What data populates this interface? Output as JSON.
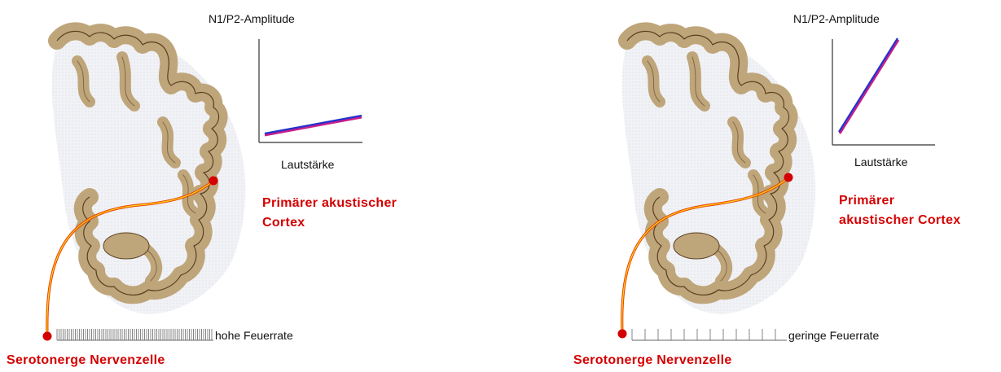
{
  "panels": [
    {
      "id": "left",
      "amplitude_label": "N1/P2-Amplitude",
      "volume_label": "Lautstärke",
      "cortex_label_lines": [
        "Primärer akustischer",
        "Cortex"
      ],
      "neuron_label": "Serotonerge Nervenzelle",
      "firing_rate_label": "hohe Feuerrate",
      "firing_rate_level": "high",
      "amplitude_slope": "shallow"
    },
    {
      "id": "right",
      "amplitude_label": "N1/P2-Amplitude",
      "volume_label": "Lautstärke",
      "cortex_label_lines": [
        "Primärer",
        "akustischer Cortex"
      ],
      "neuron_label": "Serotonerge Nervenzelle",
      "firing_rate_label": "geringe Feuerrate",
      "firing_rate_level": "low",
      "amplitude_slope": "steep"
    }
  ],
  "colors": {
    "cortex_fill": "#bfa57a",
    "cortex_stroke": "#5a4020",
    "white_matter": "#eeeff4",
    "neuron": "#d40000",
    "axon_outer": "#e84000",
    "axon_inner": "#ffd21a",
    "amplitude_line": "#2233cc",
    "label_red": "#d40000"
  }
}
